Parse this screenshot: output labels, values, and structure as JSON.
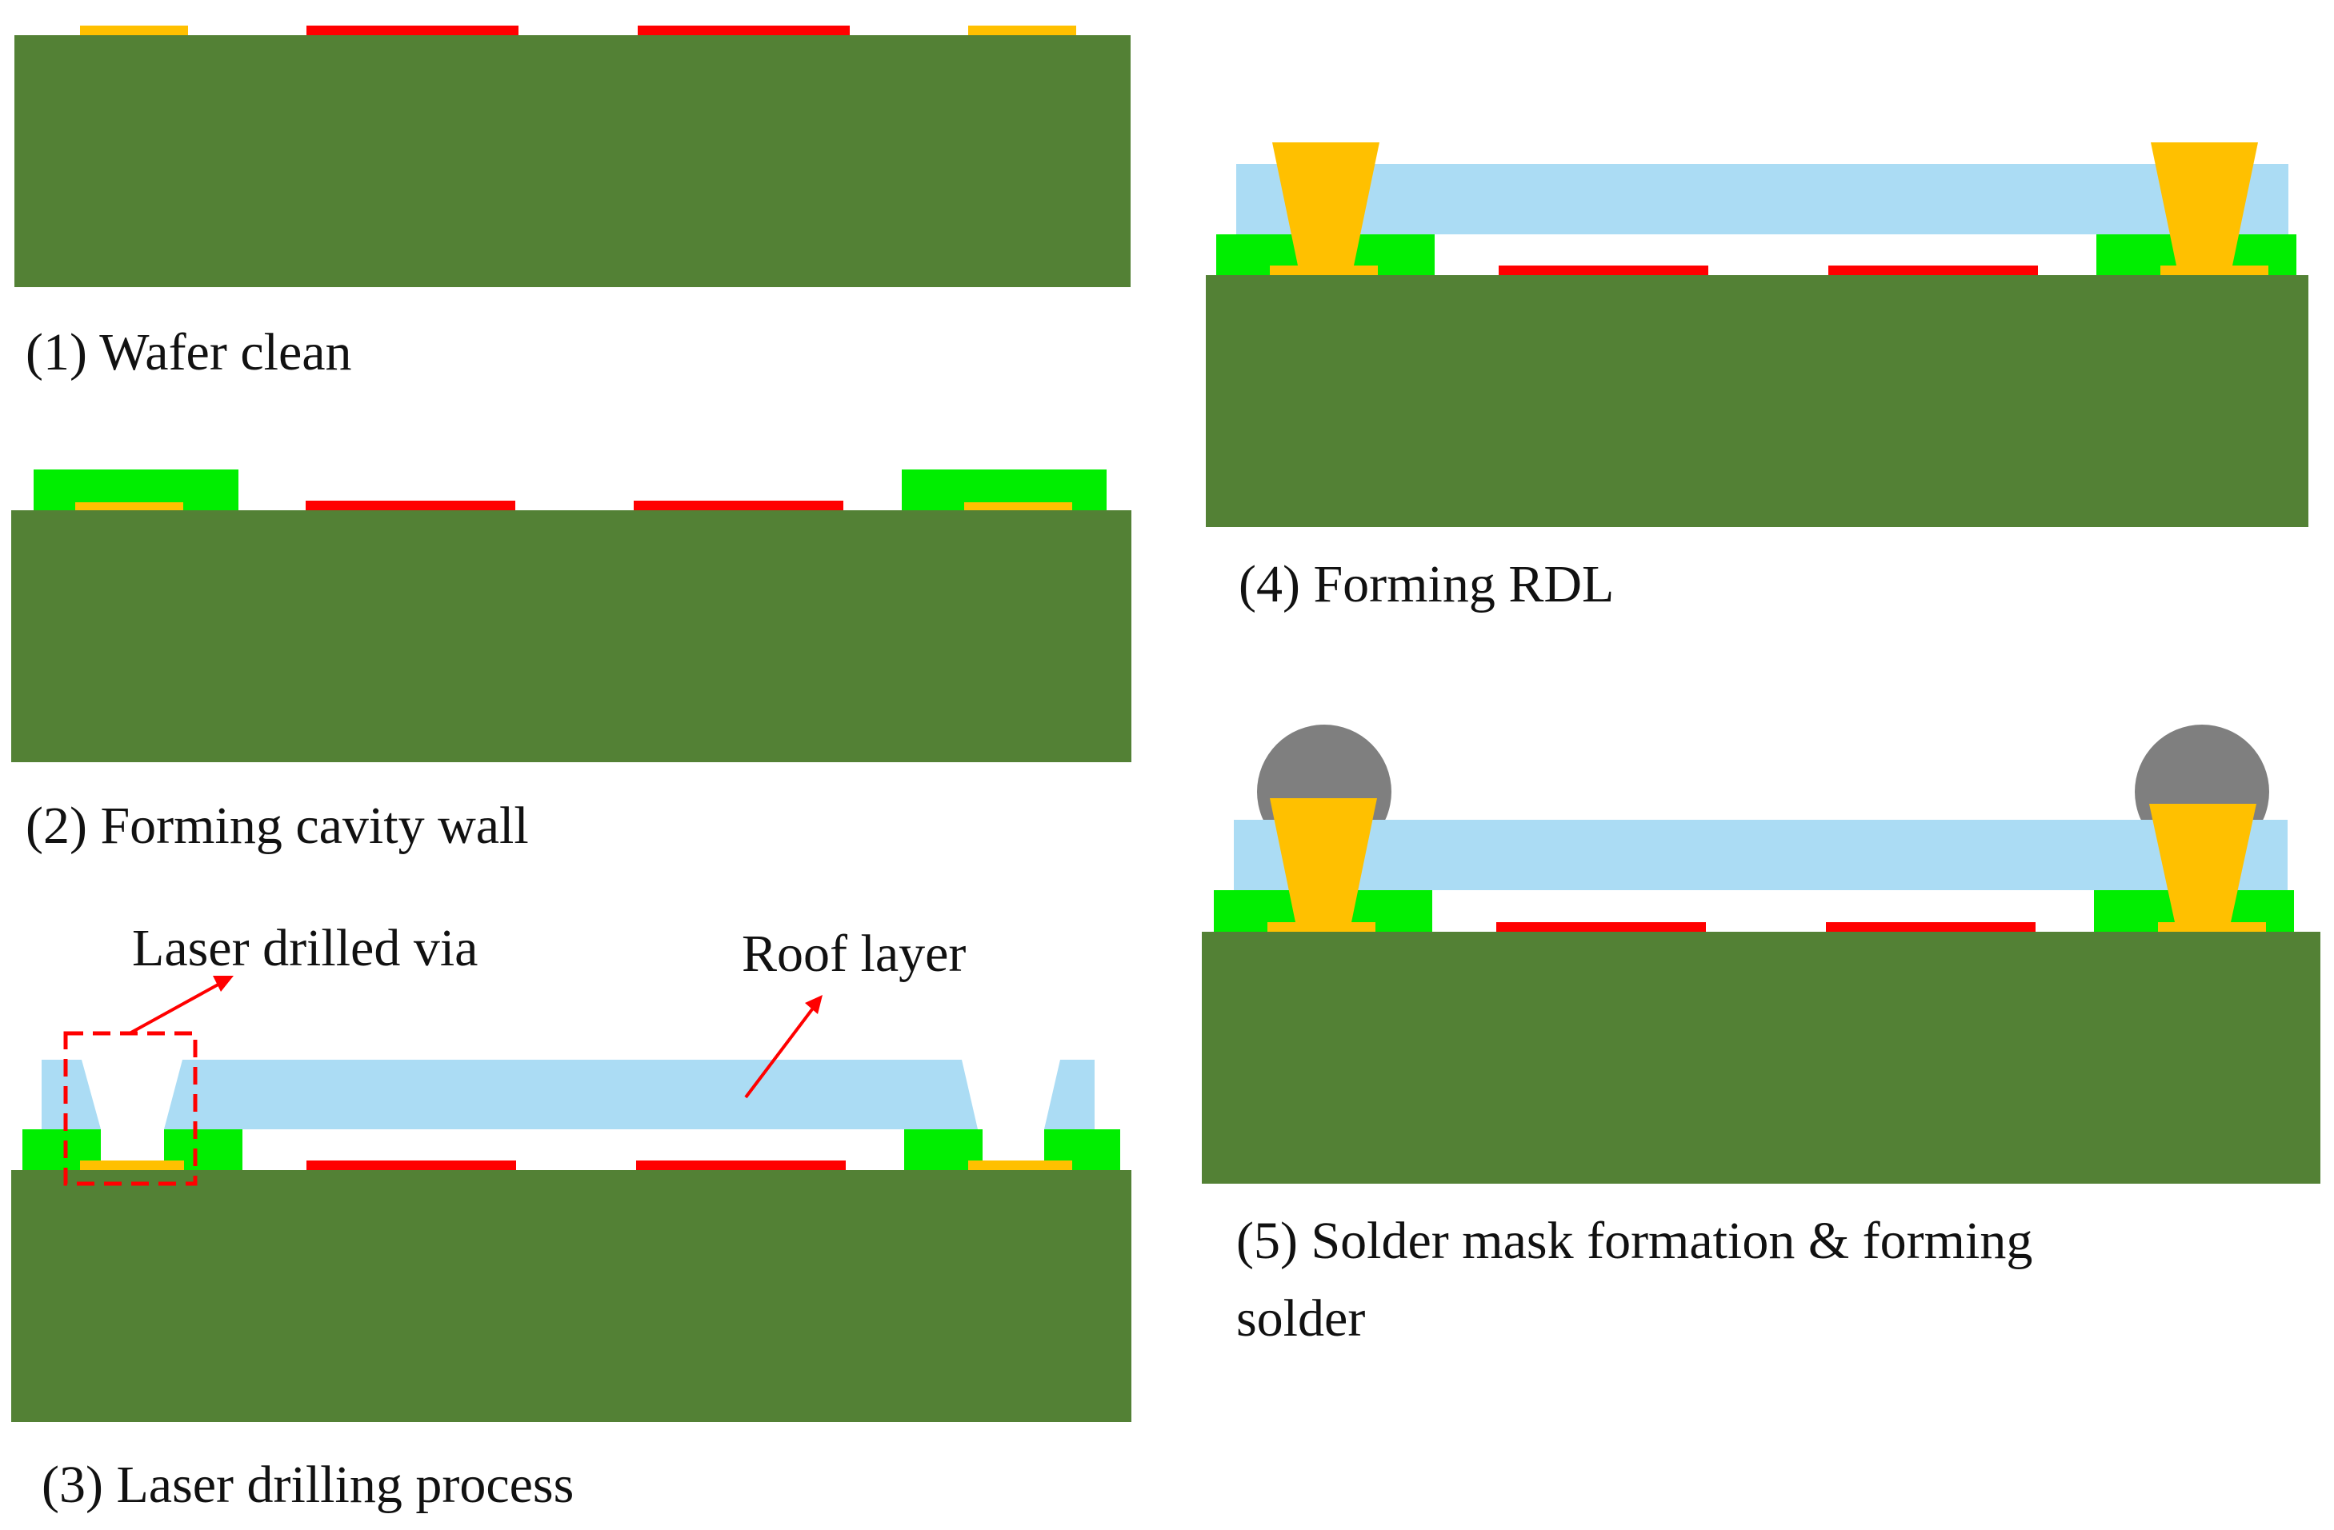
{
  "captions": {
    "step1": "(1) Wafer clean",
    "step2": "(2) Forming cavity wall",
    "step3": "(3) Laser drilling process",
    "step4": "(4) Forming RDL",
    "step5_line1": "(5) Solder mask formation & forming",
    "step5_line2": "solder"
  },
  "callouts": {
    "via": "Laser drilled via",
    "roof": "Roof layer"
  },
  "colors": {
    "wafer": "#538135",
    "cavity_wall": "#00ee00",
    "pad": "#ffc000",
    "device": "#ff0000",
    "roof": "#abdcf4",
    "via_fill": "#ffc000",
    "solder_ball": "#7f7f7f",
    "annotation": "#ff0000"
  }
}
